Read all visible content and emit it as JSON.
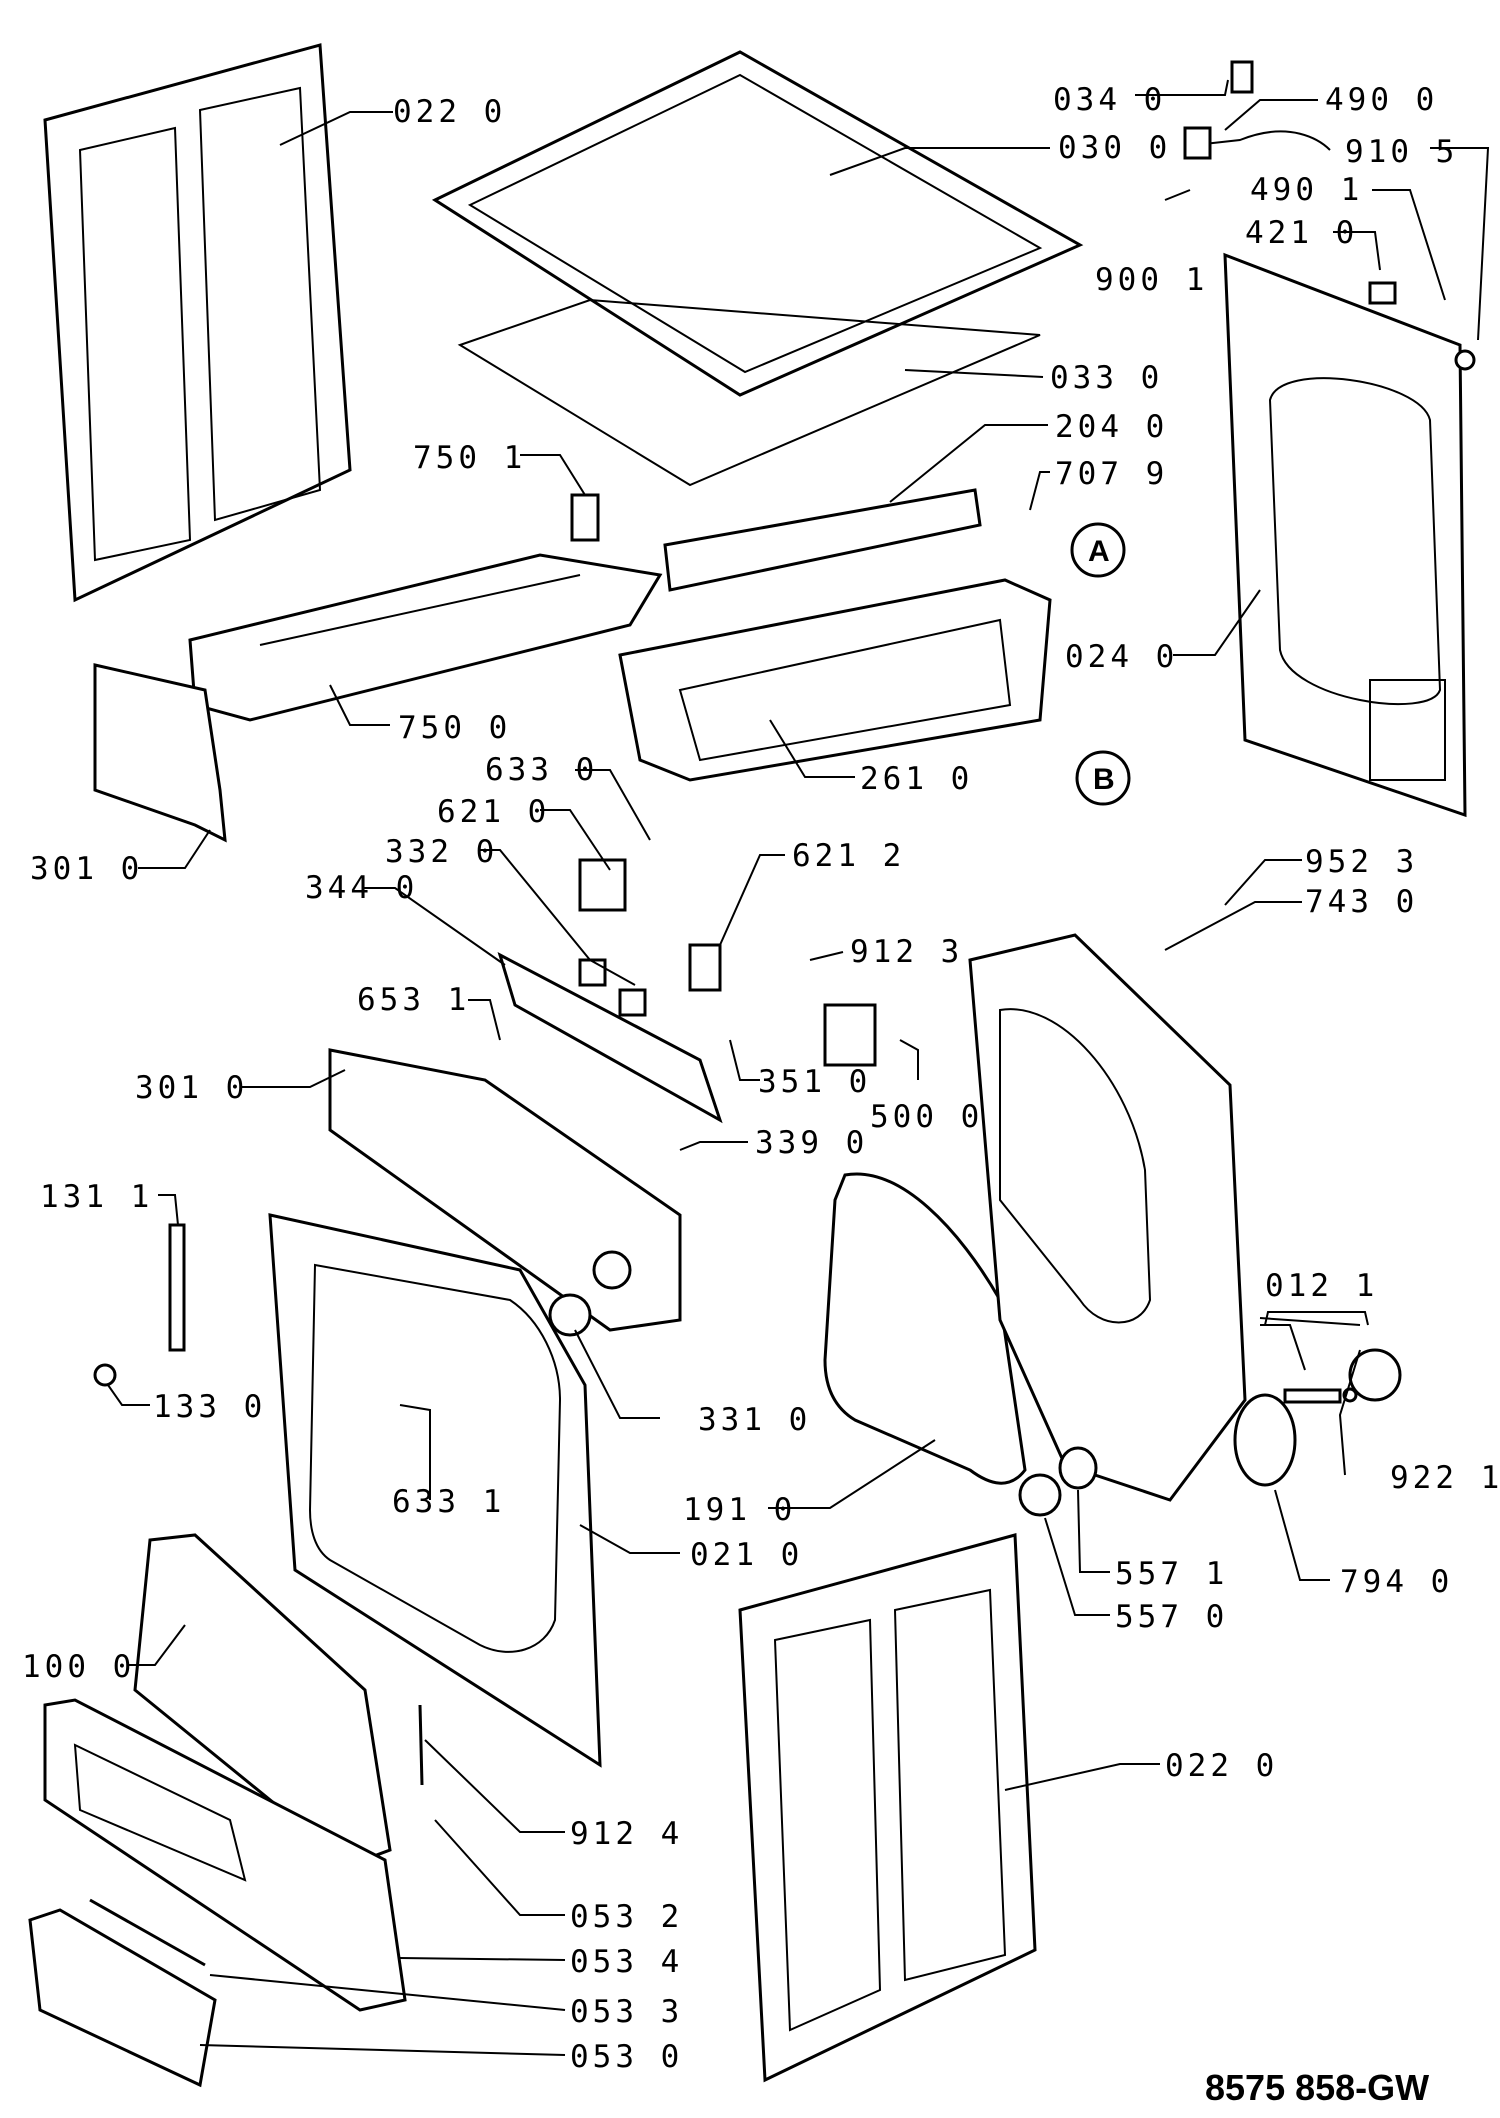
{
  "drawing_reference": "8575 858-GW",
  "callout_markers": [
    "A",
    "B"
  ],
  "part_labels": [
    "022 0",
    "030 0",
    "034 0",
    "490 0",
    "910 5",
    "490 1",
    "421 0",
    "900 1",
    "033 0",
    "750 1",
    "204 0",
    "707 9",
    "024 0",
    "750 0",
    "261 0",
    "301 0",
    "633 0",
    "621 0",
    "332 0",
    "344 0",
    "621 2",
    "952 3",
    "743 0",
    "912 3",
    "653 1",
    "351 0",
    "500 0",
    "301 0",
    "339 0",
    "131 1",
    "012 1",
    "133 0",
    "331 0",
    "633 1",
    "191 0",
    "922 1",
    "021 0",
    "557 1",
    "794 0",
    "557 0",
    "100 0",
    "022 0",
    "912 4",
    "053 2",
    "053 4",
    "053 3",
    "053 0"
  ]
}
